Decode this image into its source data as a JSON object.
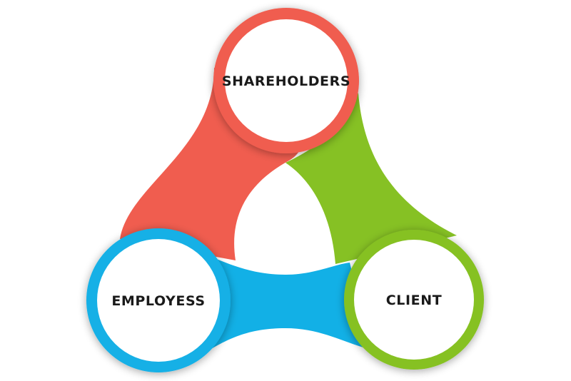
{
  "diagram": {
    "nodes": [
      {
        "id": "shareholders",
        "label": "SHAREHOLDERS",
        "color": "#f05d4f"
      },
      {
        "id": "client",
        "label": "CLIENT",
        "color": "#86c124"
      },
      {
        "id": "employess",
        "label": "EMPLOYESS",
        "color": "#12b0e6"
      }
    ],
    "colors": {
      "background": "#ffffff",
      "circle_fill": "#ffffff",
      "text": "#1a1a1a"
    }
  }
}
